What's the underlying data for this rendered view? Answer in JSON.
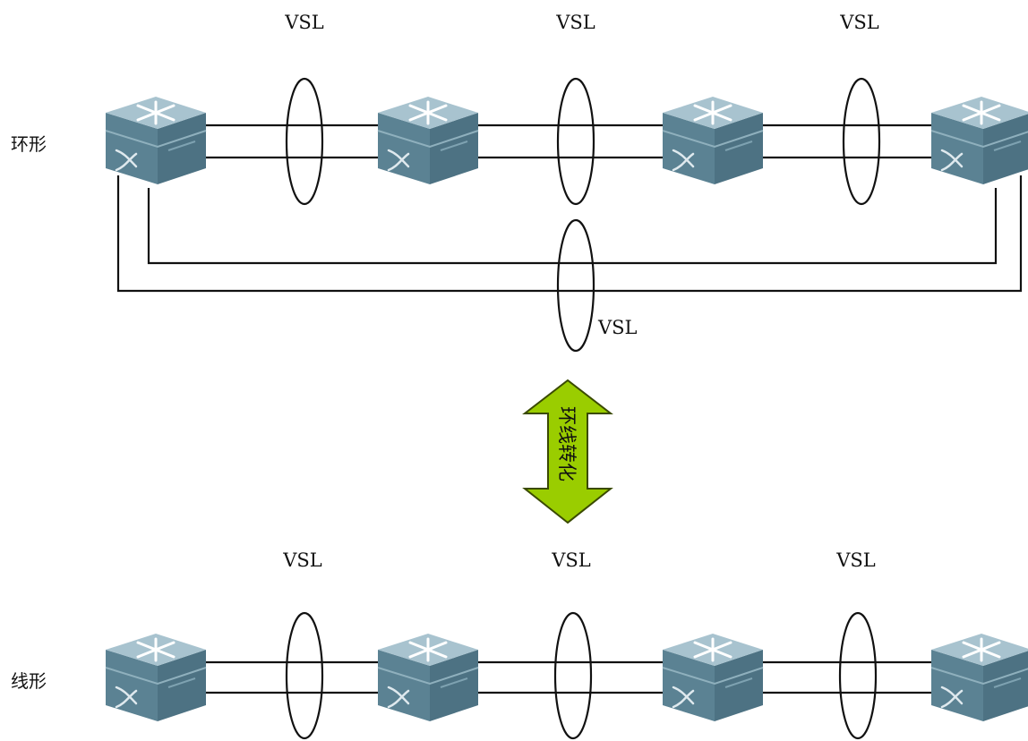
{
  "topology_ring": {
    "label": "环形",
    "vsl_labels": [
      "VSL",
      "VSL",
      "VSL",
      "VSL"
    ]
  },
  "conversion_arrow": {
    "label": "环线转化",
    "color": "#9acd00"
  },
  "topology_line": {
    "label": "线形",
    "vsl_labels": [
      "VSL",
      "VSL",
      "VSL"
    ]
  },
  "colors": {
    "switch_top": "#a9c4cf",
    "switch_side": "#6f93a2",
    "switch_front": "#5a7f90",
    "line": "#111111"
  },
  "icons": [
    "switch-icon"
  ]
}
